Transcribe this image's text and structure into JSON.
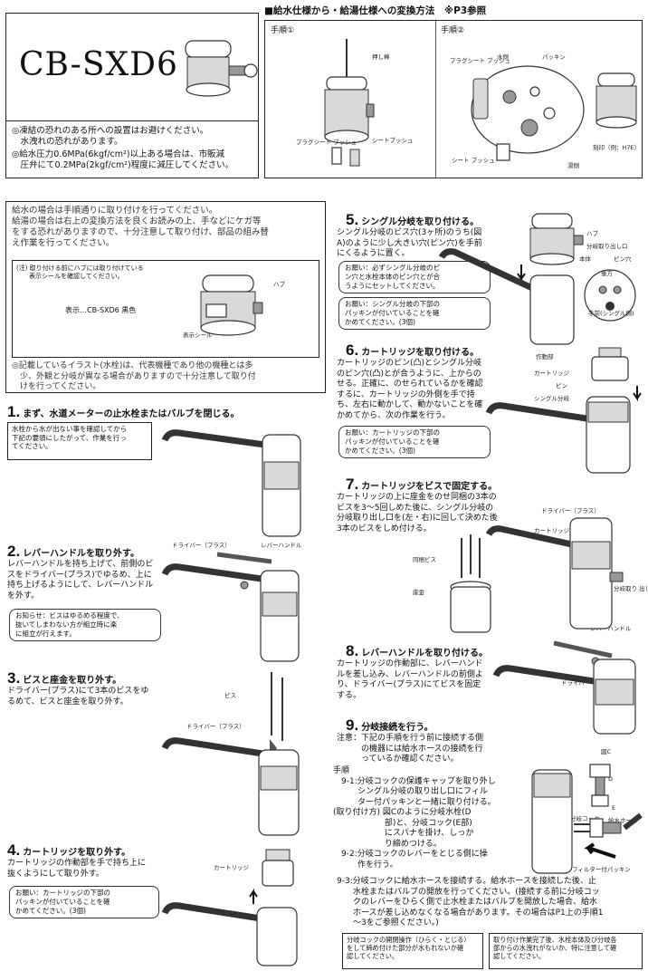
{
  "header": {
    "model": "CB-SXD6",
    "warning1": "◎凍結の恐れのある所への設置はお避けください。\n　水洩れの恐れがあります。",
    "warning2": "◎給水圧力0.6MPa(6kgf/cm²)以上ある場合は、市販減\n　圧弁にて0.2MPa(2kgf/cm²)程度に減圧してください。"
  },
  "conversion": {
    "title": "■給水仕様から・給湯仕様への変換方法　※P3参照",
    "step1_label": "手順①",
    "step2_label": "手順②",
    "labels": {
      "push_rod": "押し棒",
      "plug_sheet_bush": "プラグシート\nブッシュ",
      "sheet_bush": "シートブッシュ",
      "plug_sheet_bush2": "プラグシート\nブッシュ",
      "water_side": "水側",
      "packing": "パッキン",
      "sheet_bush2": "シート\nブッシュ",
      "hot_side": "湯側",
      "marking": "刻印（例：H7E）"
    }
  },
  "intro": {
    "text": "給水の場合は手順通りに取り付けを行ってください。\n給湯の場合は右上の変換方法を良くお読みの上、手などにケガ等\nをする恐れがありますので、十分注意して取り付け、部品の組み替\nえ作業を行ってください。",
    "note": "(注) 取り付ける前にハブには取り付けている\n　　表示シールを確認してください。",
    "display": "表示…CB-SXD6 黒色",
    "label_hub": "ハブ",
    "label_seal": "表示シール",
    "disclaimer": "◎記載しているイラスト(水栓)は、代表機種であり他の機種とは多\n　少、外観と分岐が異なる場合がありますので十分注意して取り付\n　けを行ってください。"
  },
  "steps": [
    {
      "num": "1.",
      "title": "まず、水道メーターの止水栓またはバルブを閉じる。",
      "body": "水栓から水が出ない事を確認してから\n下記の要領にしたがって、作業を行っ\nてください。"
    },
    {
      "num": "2.",
      "title": "レバーハンドルを取り外す。",
      "body": "レバーハンドルを持ち上げて、前側のビ\nスをドライバー(プラス)でゆるめ、上に\n持ち上げるようにして、レバーハンドル\nを外す。",
      "note": "お知らせ：ビスはゆるめる程度で、\n抜いてしまわない方が組立時に楽\nに組立が行えます。",
      "labels": {
        "driver": "ドライバー（プラス）",
        "lever": "レバーハンドル"
      }
    },
    {
      "num": "3.",
      "title": "ビスと座金を取り外す。",
      "body": "ドライバー(プラス)にて3本のビスをゆ\nるめて、ビスと座金を取り外す。",
      "labels": {
        "screw": "ビス",
        "driver": "ドライバー（プラス）"
      }
    },
    {
      "num": "4.",
      "title": "カートリッジを取り外す。",
      "body": "カートリッジの作動部を手で持ち上に\n抜くようにして取り外す。",
      "note": "お願い：カートリッジの下部の\nパッキンが付いていることを確\nかめてください。(3個)",
      "labels": {
        "cartridge": "カートリッジ"
      }
    },
    {
      "num": "5.",
      "title": "シングル分岐を取り付ける。",
      "body": "シングル分岐のビス穴(3ヶ所)のうち(図\nA)のように少し大きい穴(ピン穴)を手前\nにくるように置く。",
      "note1": "お願い：必ずシングル分岐のピ\nン穴と水栓本体のピン穴とが合\nうようにセットしてください。",
      "note2": "お願い：シングル分岐の下部の\nパッキンが付いていることを確\nかめてください。(3個)",
      "labels": {
        "hub": "ハブ",
        "outlet": "分岐取り出し口",
        "body": "本体",
        "pin": "ピン穴",
        "rear": "後方",
        "front": "手前(シングル側)"
      }
    },
    {
      "num": "6.",
      "title": "カートリッジを取り付ける。",
      "body": "カートリッジのピン(凸)とシングル分岐\nのピン穴(凸)とが合うように、上からの\nせる。正確に、のせられているかを確認\nするに、カートリッジの外側を手で持\nち、左右に動かして、動かないことを確\nかめてから、次の作業を行う。",
      "note": "お願い：カートリッジの下部の\nパッキンが付いていることを確\nかめてください。(3個)",
      "labels": {
        "action": "作動部",
        "cartridge": "カートリッジ",
        "pin": "ピン",
        "single": "シングル分岐"
      }
    },
    {
      "num": "7.",
      "title": "カートリッジをビスで固定する。",
      "body": "カートリッジの上に座金をのせ同梱の3本の\nビスを3～5回しめた後に、シングル分岐の\n分岐取り出し口を(左・右)に回して決めた後\n3本のビスをしめ付ける。",
      "labels": {
        "screw": "同梱ビス",
        "washer": "座金",
        "driver": "ドライバー（プラス）",
        "cartridge": "カートリッジ",
        "outlet": "分岐取り\n出し口",
        "lever": "レバーハンドル"
      }
    },
    {
      "num": "8.",
      "title": "レバーハンドルを取り付ける。",
      "body": "カートリッジの作動部に、レバーハンド\nルを差し込み、レバーハンドルの前側よ\nり、ドライバー(プラス)にてビスを固定\nする。",
      "labels": {
        "driver": "ドライバー\n（プラス）"
      }
    },
    {
      "num": "9.",
      "title": "分岐接続を行う。",
      "caution": "注意：下記の手順を行う前に接続する側\n　　　の機器には給水ホースの接続を行\n　　　っているか確認ください。",
      "proc": "手順\n　9-1:分岐コックの保護キャップを取り外し\n　　　シングル分岐の取り出し口にフィル\n　　　ター付パッキンと一緒に取り付ける。\n(取り付け方) 図Cのように分岐水栓(D\n　　　　　　 部)と、分岐コック(E部)\n　　　　　　 にスパナを掛け、しっか\n　　　　　　 り締めつける。\n　9-2:分岐コックのレバーをとじる側に操\n　　　作を行う。",
      "proc3": "9-3:分岐コックに給水ホースを接続する。給水ホースを接続した後、止\n　　水栓またはバルブの開放を行ってください。(接続する前に分岐コッ\n　　クのレバーをひらく側で止水栓またはバルブを開放した場合、給水\n　　ホースが差し込めなくなる場合があります。その場合はP1上の手順1\n　　～3をご参照ください。)",
      "labels": {
        "fig_c": "図C",
        "d": "D",
        "e": "E",
        "cock": "分岐コック",
        "hose": "給水ホース",
        "filter": "フィルター付パッキン"
      }
    }
  ],
  "footer": {
    "box1": "分岐コックの開閉操作（ひらく・とじる）\nをして締め付けた部分が水もれないか確\n認してください。",
    "box2": "取り付け作業完了後、水栓本体及び分岐各\n部からの水洩れがないか、特に注意して確\n認してください。"
  }
}
